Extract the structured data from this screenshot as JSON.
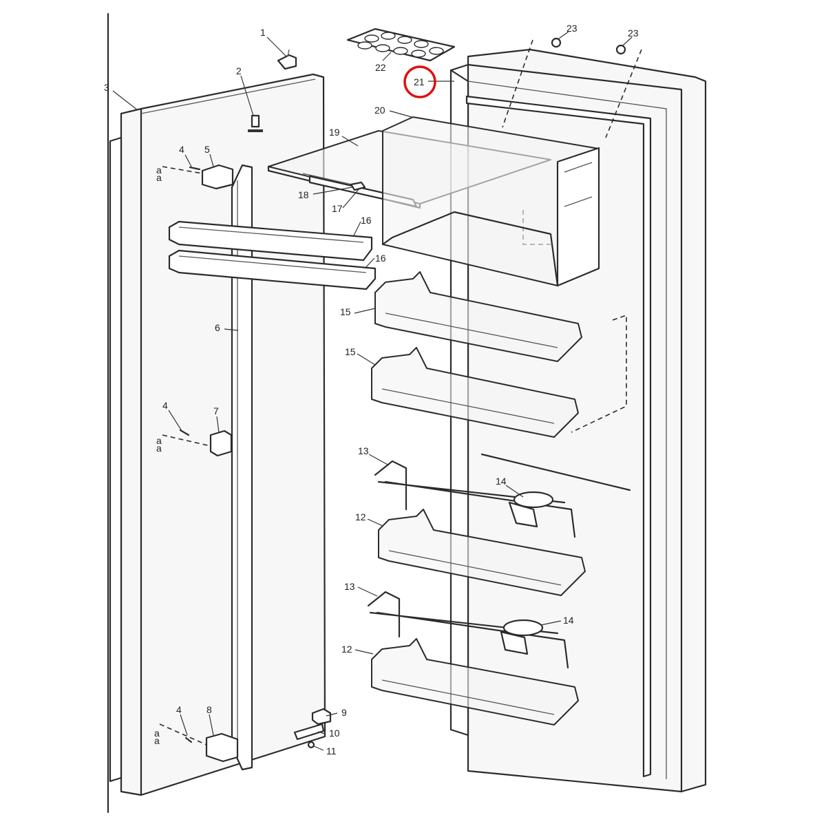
{
  "callouts": [
    {
      "id": "1",
      "label": "1"
    },
    {
      "id": "2",
      "label": "2"
    },
    {
      "id": "3",
      "label": "3"
    },
    {
      "id": "4a",
      "label": "4"
    },
    {
      "id": "4b",
      "label": "4"
    },
    {
      "id": "4c",
      "label": "4"
    },
    {
      "id": "5",
      "label": "5"
    },
    {
      "id": "6",
      "label": "6"
    },
    {
      "id": "7",
      "label": "7"
    },
    {
      "id": "8",
      "label": "8"
    },
    {
      "id": "9",
      "label": "9"
    },
    {
      "id": "10",
      "label": "10"
    },
    {
      "id": "11",
      "label": "11"
    },
    {
      "id": "12a",
      "label": "12"
    },
    {
      "id": "12b",
      "label": "12"
    },
    {
      "id": "13a",
      "label": "13"
    },
    {
      "id": "13b",
      "label": "13"
    },
    {
      "id": "14a",
      "label": "14"
    },
    {
      "id": "14b",
      "label": "14"
    },
    {
      "id": "15a",
      "label": "15"
    },
    {
      "id": "15b",
      "label": "15"
    },
    {
      "id": "16a",
      "label": "16"
    },
    {
      "id": "16b",
      "label": "16"
    },
    {
      "id": "17",
      "label": "17"
    },
    {
      "id": "18",
      "label": "18"
    },
    {
      "id": "19",
      "label": "19"
    },
    {
      "id": "20",
      "label": "20"
    },
    {
      "id": "21",
      "label": "21",
      "highlighted": true
    },
    {
      "id": "22",
      "label": "22"
    },
    {
      "id": "23a",
      "label": "23"
    },
    {
      "id": "23b",
      "label": "23"
    }
  ],
  "colors": {
    "highlight": "#e01010",
    "line": "#2b2b2b"
  }
}
